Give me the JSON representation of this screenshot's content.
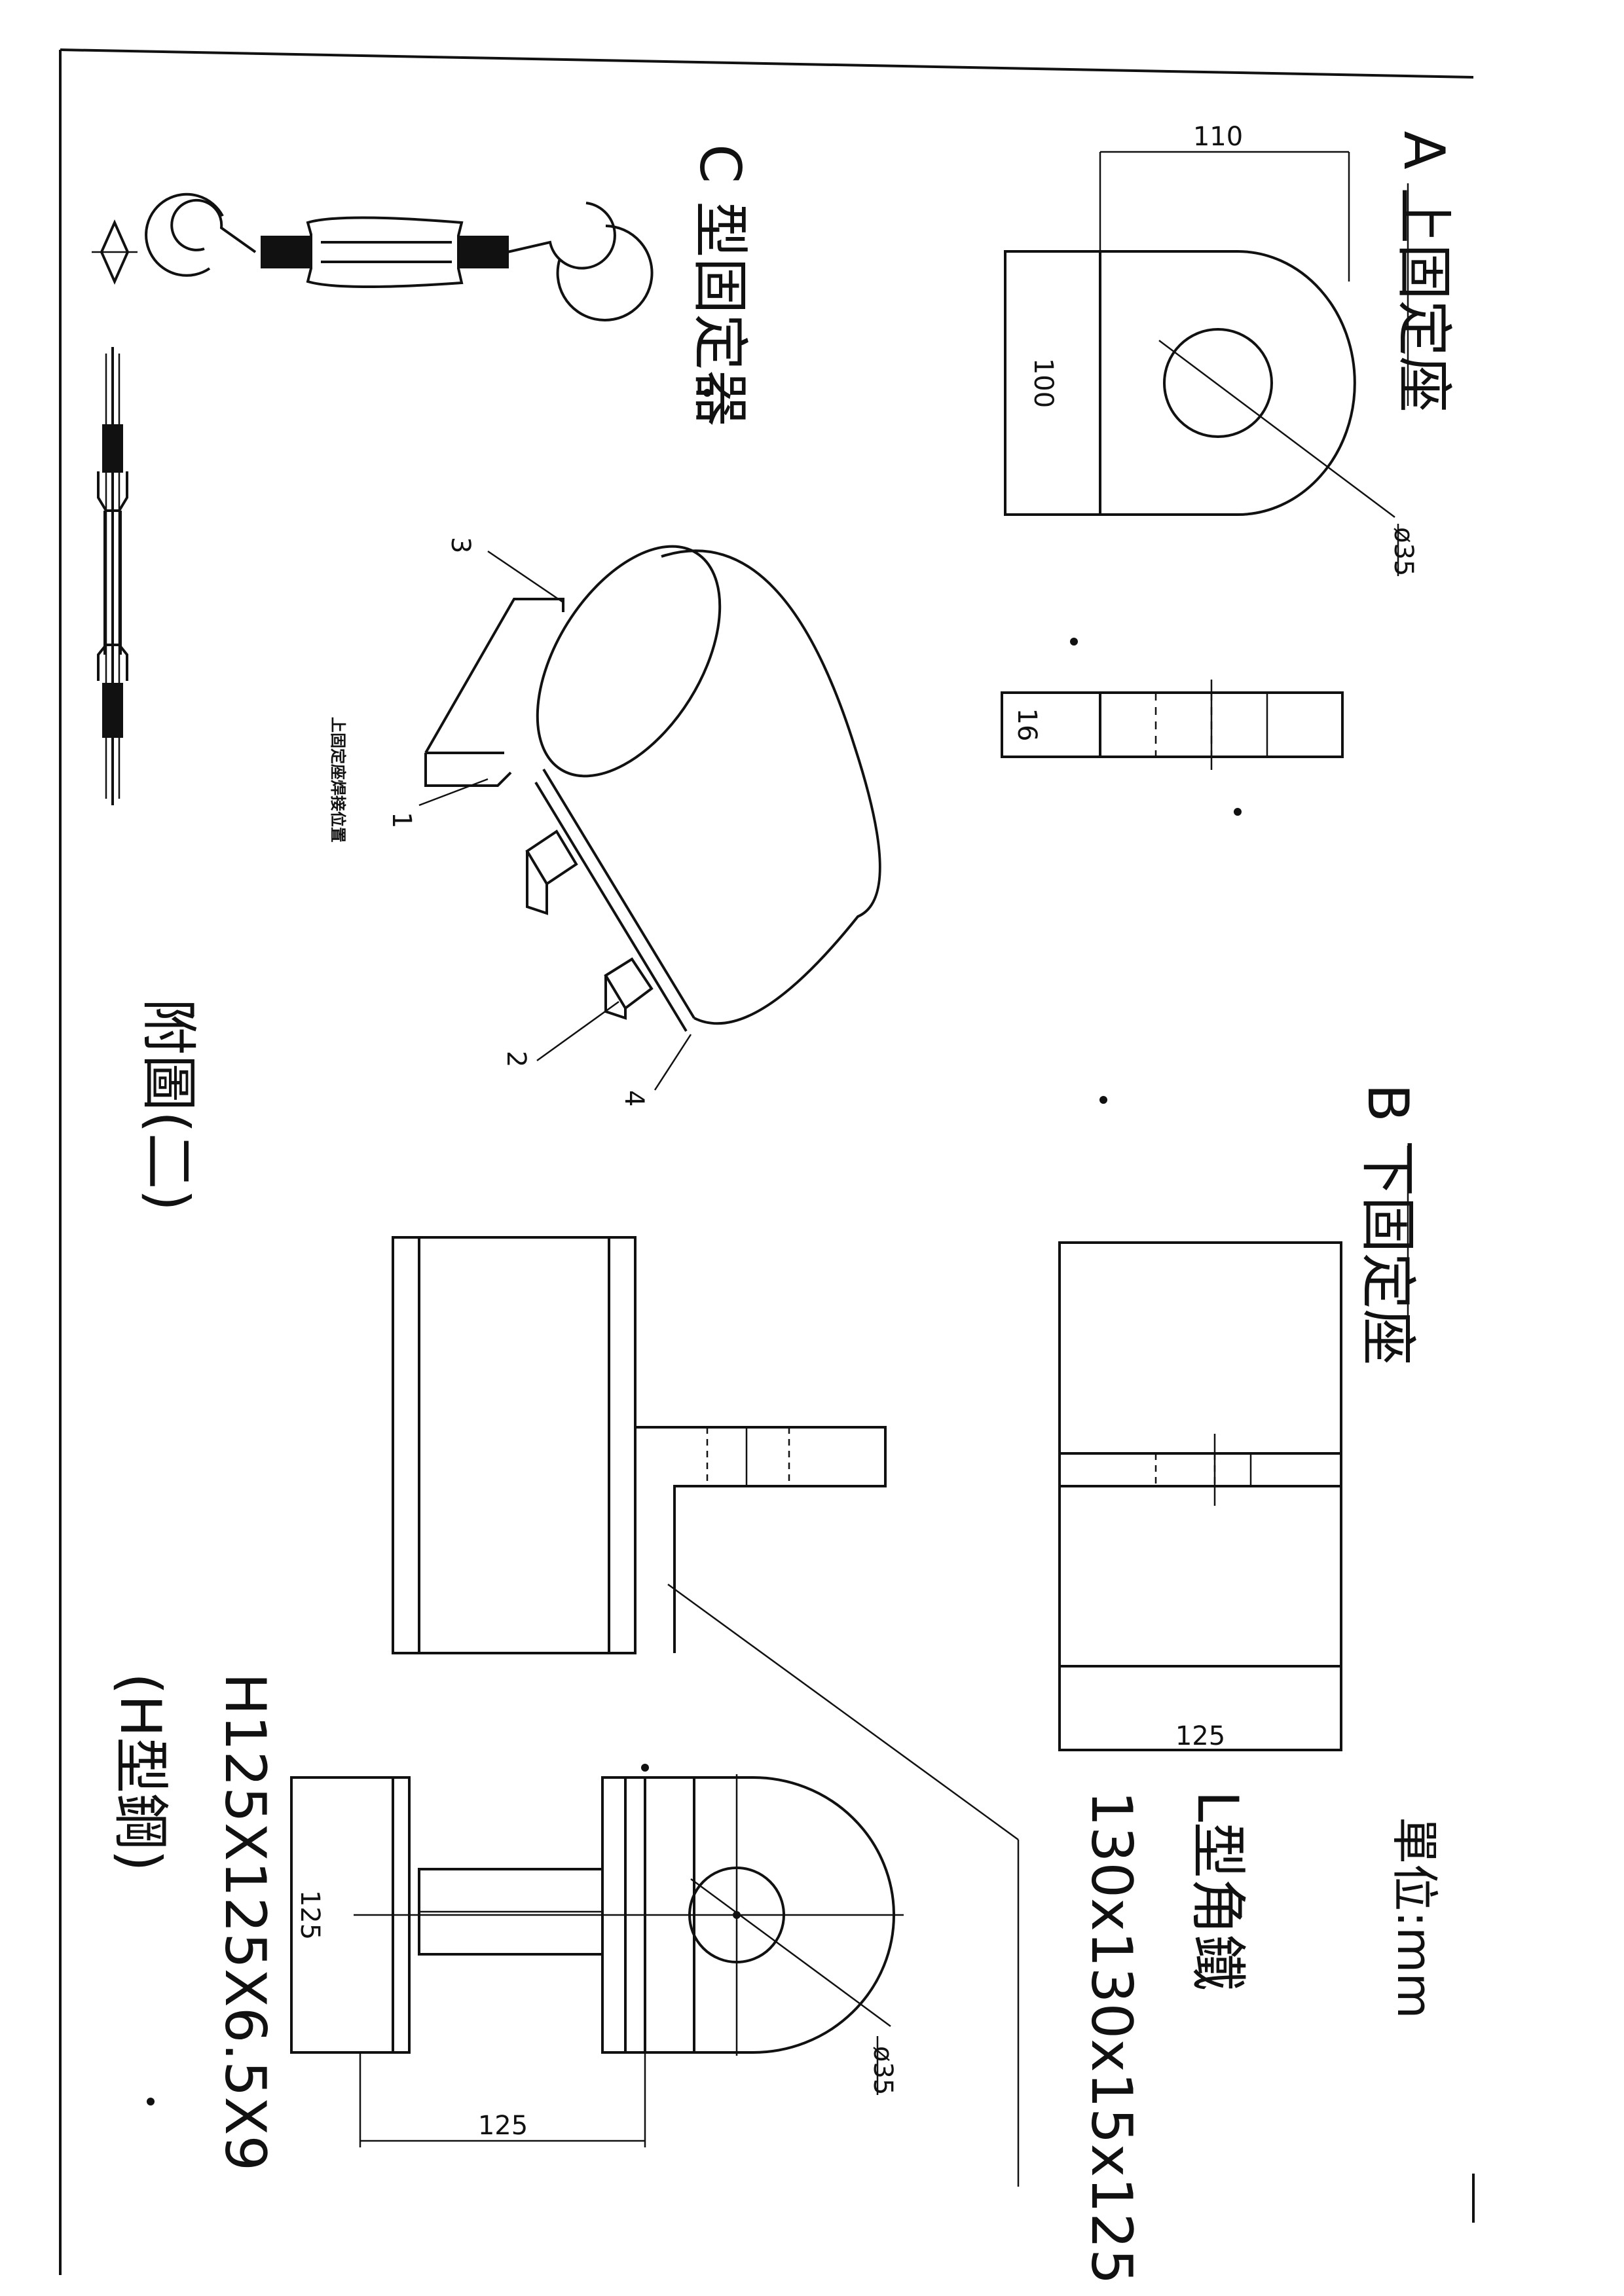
{
  "labels": {
    "title": "附圖(二)",
    "unit": "單位:mm",
    "section_a": "A 上固定座",
    "section_b": "B 下固定座",
    "section_c": "C 型固定器",
    "l_angle_name": "L型角鐵",
    "l_angle_spec": "130x130x15x125",
    "h_beam_spec": "H125X125X6.5X9",
    "h_beam_name": "(H型鋼)",
    "weld_note": "上固定座焊接位置"
  },
  "dimensions": {
    "a_width": "110",
    "a_height": "100",
    "a_hole": "ø35",
    "a_thickness": "16",
    "b_width": "125",
    "h_hole": "ø35",
    "h_flange": "125",
    "h_depth": "125"
  },
  "callouts": [
    "1",
    "2",
    "3",
    "4"
  ]
}
